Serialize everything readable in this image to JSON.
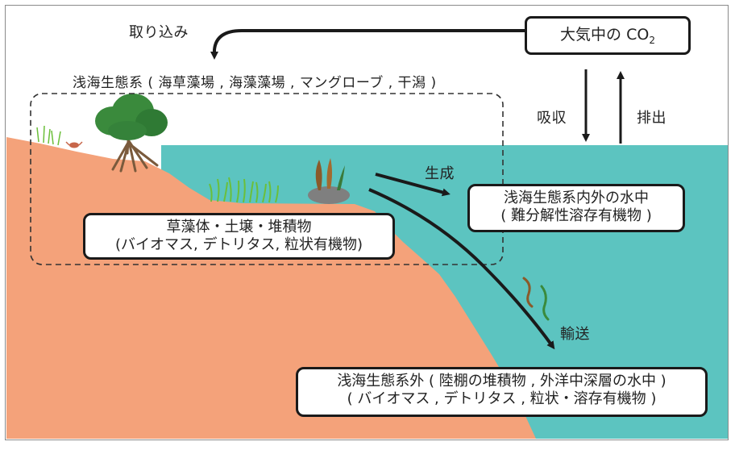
{
  "labels": {
    "uptake": "取り込み",
    "ecosystem_title": "浅海生態系 ( 海草藻場 , 海藻藻場 , マングローブ , 干潟 )",
    "absorption": "吸収",
    "emission": "排出",
    "generation": "生成",
    "transport": "輸送"
  },
  "boxes": {
    "atmosphere_prefix": "大気中の CO",
    "atmosphere_sub": "2",
    "soil_line1": "草藻体・土壌・堆積物",
    "soil_line2": "(バイオマス, デトリタス, 粒状有機物)",
    "water_line1": "浅海生態系内外の水中",
    "water_line2": "( 難分解性溶存有機物 )",
    "outside_line1": "浅海生態系外 ( 陸棚の堆積物 , 外洋中深層の水中 )",
    "outside_line2": "( バイオマス , デトリタス , 粒状・溶存有機物 )"
  },
  "colors": {
    "water": "#5cc4c0",
    "land": "#f4a27a",
    "arrow": "#1a1a1a",
    "tree_leaves": "#3a8a3c",
    "tree_trunk": "#7a5a3c",
    "seagrass": "#6bbf3a",
    "rock": "#7f7f7f",
    "seaweed_brown": "#8a5a2a"
  }
}
